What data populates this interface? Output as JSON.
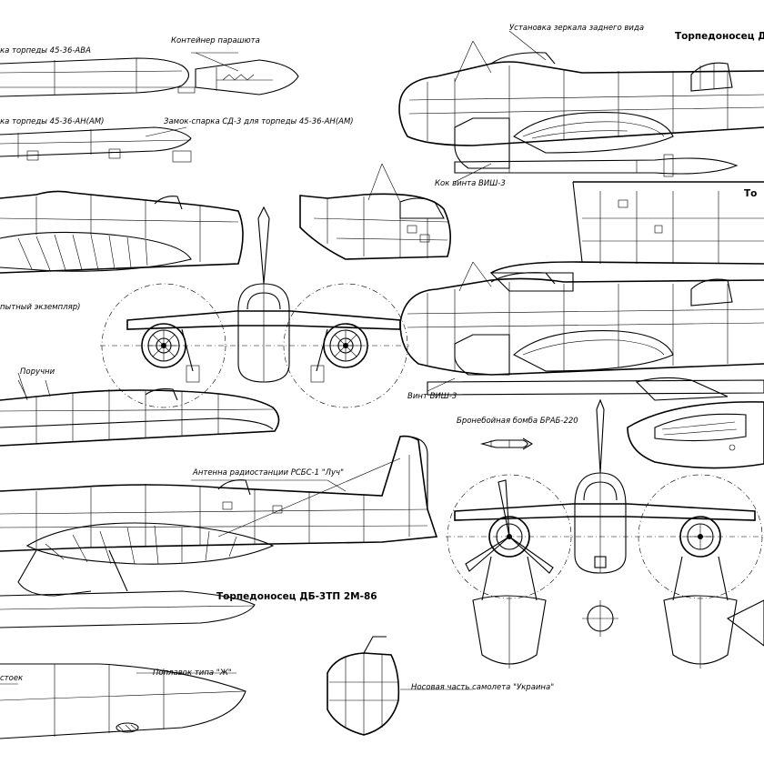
{
  "labels": {
    "torpedo_lock_ava": "ка торпеды 45-36-АВА",
    "parachute_container": "Контейнер парашюта",
    "torpedo_lock_an": "ка торпеды 45-36-АН(АМ)",
    "lock_sd3": "Замок-спарка СД-3 для торпеды 45-36-АН(АМ)",
    "mirror": "Установка зеркала заднего вида",
    "prop_cap": "Кок винта ВИШ-3",
    "prototype": "пытный экземпляр)",
    "handrails": "Поручни",
    "prop_vish": "Винт ВИШ-3",
    "bomb": "Бронебойная бомба БРАБ-220",
    "antenna": "Антенна радиостанции РСБС-1 \"Луч\"",
    "float": "Поплавок типа \"Ж\"",
    "struts": "стоек",
    "nose": "Носовая часть самолета \"Украина\""
  },
  "titles": {
    "top_right": "Торпедоносец ДБ-",
    "main": "Торпедоносец ДБ-3ТП 2М-86",
    "mid_right": "То"
  }
}
